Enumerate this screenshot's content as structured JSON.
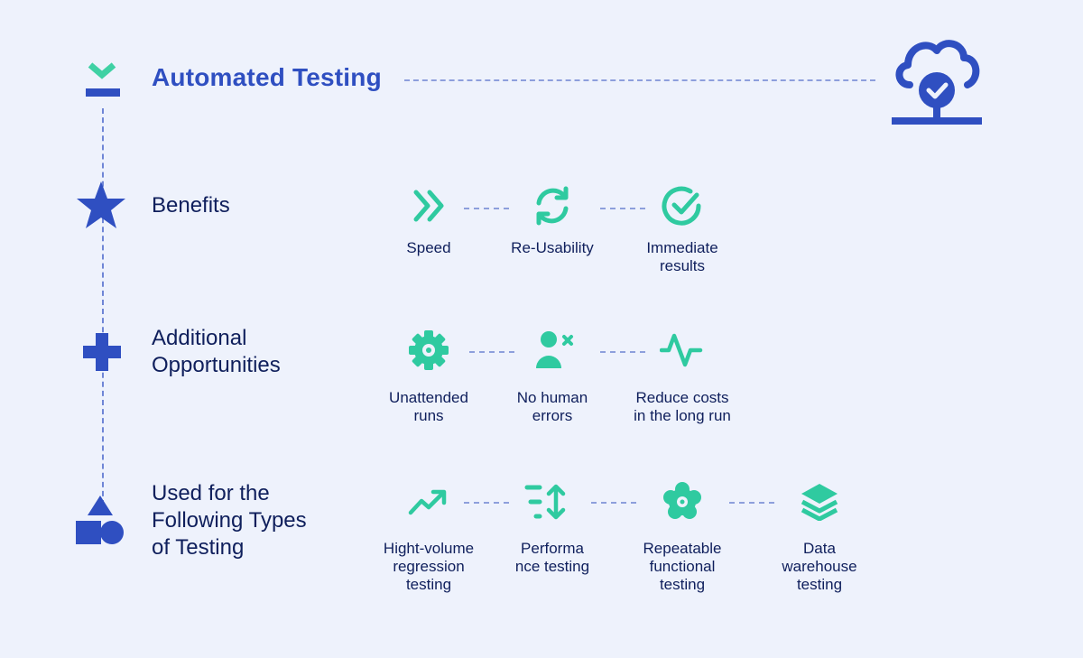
{
  "header": {
    "title": "Automated Testing",
    "icon": "download-check-icon",
    "right_icon": "cloud-check-icon"
  },
  "sections": [
    {
      "title_lines": [
        "Benefits"
      ],
      "icon": "star-icon",
      "items": [
        {
          "icon": "double-chevron-right-icon",
          "label_lines": [
            "Speed"
          ]
        },
        {
          "icon": "refresh-icon",
          "label_lines": [
            "Re-Usability"
          ]
        },
        {
          "icon": "check-circle-icon",
          "label_lines": [
            "Immediate",
            "results"
          ]
        }
      ]
    },
    {
      "title_lines": [
        "Additional",
        "Opportunities"
      ],
      "icon": "plus-icon",
      "items": [
        {
          "icon": "gear-icon",
          "label_lines": [
            "Unattended",
            "runs"
          ]
        },
        {
          "icon": "user-x-icon",
          "label_lines": [
            "No human",
            "errors"
          ]
        },
        {
          "icon": "pulse-icon",
          "label_lines": [
            "Reduce costs",
            "in the long run"
          ]
        }
      ]
    },
    {
      "title_lines": [
        "Used for the",
        "Following Types",
        "of Testing"
      ],
      "icon": "shapes-icon",
      "items": [
        {
          "icon": "trending-up-icon",
          "label_lines": [
            "Hight-volume",
            "regression",
            "testing"
          ]
        },
        {
          "icon": "sort-arrows-icon",
          "label_lines": [
            "Performa",
            "nce testing"
          ]
        },
        {
          "icon": "flower-gear-icon",
          "label_lines": [
            "Repeatable",
            "functional",
            "testing"
          ]
        },
        {
          "icon": "layers-icon",
          "label_lines": [
            "Data",
            "warehouse",
            "testing"
          ]
        }
      ]
    }
  ],
  "colors": {
    "background": "#eef2fc",
    "primary_blue": "#2f4fc1",
    "accent_green": "#2fcaa0",
    "text_dark": "#0f1f5c",
    "dash": "#8d9fdc"
  }
}
